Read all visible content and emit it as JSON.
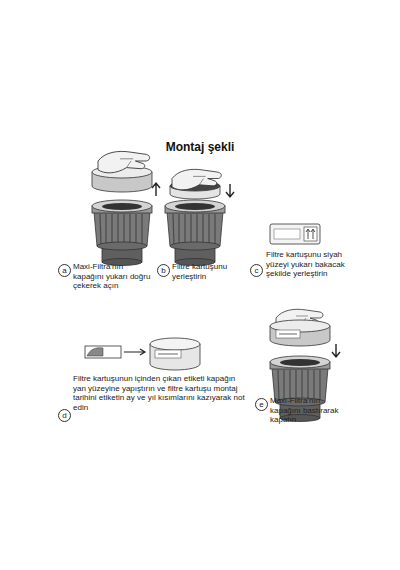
{
  "diagram": {
    "title": "Montaj şekli",
    "nodes": [
      {
        "text": [
          "a"
        ]
      },
      {
        "text": [
          "b"
        ]
      },
      {
        "text": [
          "c"
        ]
      },
      {
        "text": [
          "d"
        ]
      },
      {
        "text": [
          "e"
        ]
      }
    ],
    "labels": [
      "Maxi-Filtra’nın kapağını yukarı doğru çekerek açın",
      "Filtre kartuşunu yerleştirin",
      "Filtre kartuşunu siyah yüzeyi yukarı bakacak şekilde yerleştirin",
      "Filtre kartuşunun içinden çıkan etiketi kapağın yan yüzeyine yapıştırın ve filtre kartuşu montaj tarihini etiketin ay ve yıl kısımlarını kazıyarak not edin",
      "Maxi-Filtra’nın kapağını bastırarak kapatın"
    ]
  }
}
